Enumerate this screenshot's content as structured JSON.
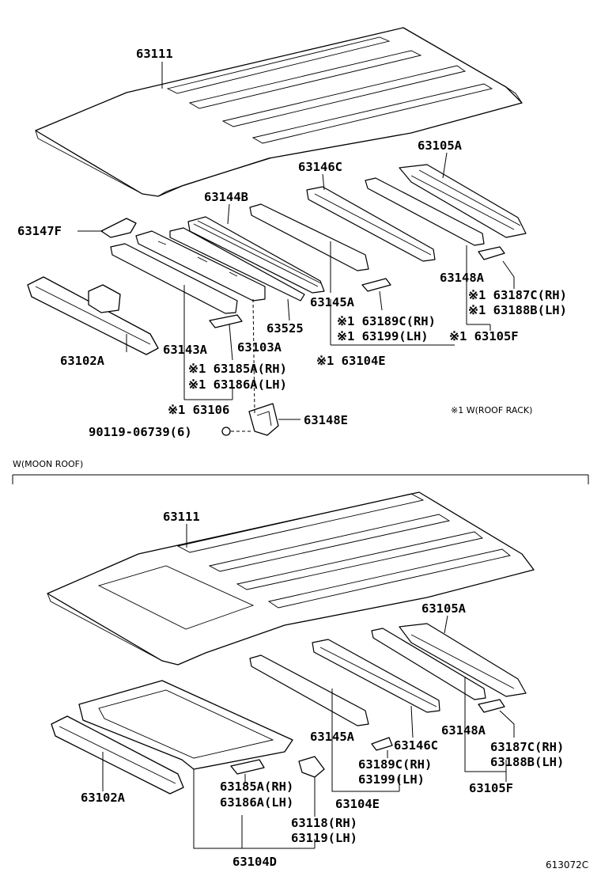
{
  "labels": {
    "p63111_top": "63111",
    "p63105A_top": "63105A",
    "p63146C_top": "63146C",
    "p63144B": "63144B",
    "p63147F": "63147F",
    "p63145A_top": "63145A",
    "p63148A_top": "63148A",
    "p63187C_top": "※1 63187C(RH)",
    "p63188B_top": "※1 63188B(LH)",
    "p63525": "63525",
    "p63189C_top": "※1 63189C(RH)",
    "p63199_top": "※1 63199(LH)",
    "p63105F_top": "※1 63105F",
    "p63102A_top": "63102A",
    "p63143A": "63143A",
    "p63103A": "63103A",
    "p63104E_top": "※1 63104E",
    "p63185A_top": "※1 63185A(RH)",
    "p63186A_top": "※1 63186A(LH)",
    "p63106": "※1 63106",
    "p63148E": "63148E",
    "p90119": "90119-06739(6)",
    "note_roof_rack": "※1 W(ROOF RACK)",
    "section_moon_roof": "W(MOON ROOF)",
    "p63111_bot": "63111",
    "p63105A_bot": "63105A",
    "p63145A_bot": "63145A",
    "p63146C_bot": "63146C",
    "p63148A_bot": "63148A",
    "p63187C_bot": "63187C(RH)",
    "p63188B_bot": "63188B(LH)",
    "p63189C_bot": "63189C(RH)",
    "p63199_bot": "63199(LH)",
    "p63105F_bot": "63105F",
    "p63102A_bot": "63102A",
    "p63185A_bot": "63185A(RH)",
    "p63186A_bot": "63186A(LH)",
    "p63104E_bot": "63104E",
    "p63118": "63118(RH)",
    "p63119": "63119(LH)",
    "p63104D": "63104D",
    "figure_code": "613072C"
  }
}
